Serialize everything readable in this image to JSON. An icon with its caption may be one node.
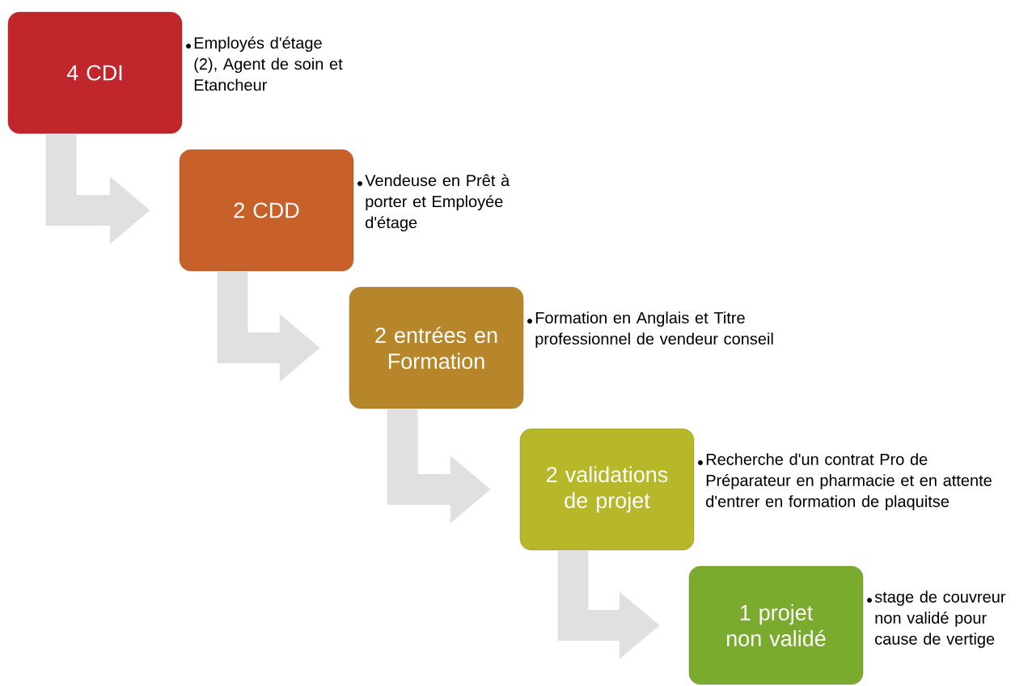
{
  "diagram": {
    "nodes": [
      {
        "text": [
          "4 CDI"
        ],
        "beside": [
          "Employés d'étage (2), Agent de soin et Etancheur"
        ]
      },
      {
        "text": [
          "2 CDD"
        ],
        "beside": [
          "Vendeuse en Prêt à porter et Employée d'étage"
        ]
      },
      {
        "text": [
          "2 entrées en Formation"
        ],
        "beside": [
          "Formation en Anglais  et Titre professionnel  de vendeur conseil"
        ]
      },
      {
        "text": [
          "2 validations de projet"
        ],
        "beside": [
          "Recherche d'un contrat Pro de Préparateur en pharmacie et en attente d'entrer en formation de plaquitse"
        ]
      },
      {
        "text": [
          "1 projet non validé"
        ],
        "beside": [
          "stage de couvreur non validé pour cause de vertige"
        ]
      }
    ],
    "edges": [
      {
        "from": 0,
        "to": 1,
        "arrow": "to"
      },
      {
        "from": 1,
        "to": 2,
        "arrow": "to"
      },
      {
        "from": 2,
        "to": 3,
        "arrow": "to"
      },
      {
        "from": 3,
        "to": 4,
        "arrow": "to"
      }
    ]
  }
}
